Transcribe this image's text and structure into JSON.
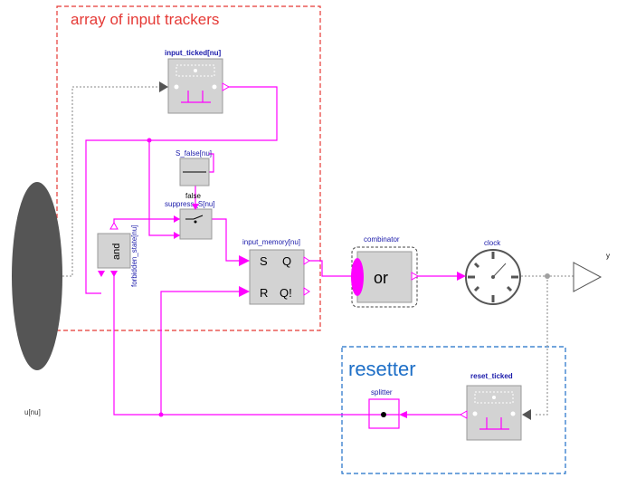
{
  "groups": {
    "input_trackers": {
      "title": "array of input trackers",
      "color": "#e53935"
    },
    "resetter": {
      "title": "resetter",
      "color": "#1e6fc7"
    }
  },
  "blocks": {
    "input_ticked": {
      "name": "input_ticked[nu]"
    },
    "s_false": {
      "name": "S_false[nu]",
      "value": "false"
    },
    "suppress_s": {
      "name": "suppress_S[nu]"
    },
    "forbidden_state": {
      "name": "forbidden_state[nu]",
      "op": "and"
    },
    "input_memory": {
      "name": "input_memory[nu]",
      "port_s": "S",
      "port_q": "Q",
      "port_r": "R",
      "port_qbar": "Q!"
    },
    "combinator": {
      "name": "combinator",
      "op": "or"
    },
    "clock": {
      "name": "clock"
    },
    "reset_ticked": {
      "name": "reset_ticked"
    },
    "splitter": {
      "name": "splitter"
    }
  },
  "ports": {
    "input": {
      "name": "u[nu]"
    },
    "output": {
      "name": "y"
    }
  },
  "colors": {
    "signal": "#ff00ff",
    "dotted": "#a0a0a0",
    "block_fill": "#d3d3d3",
    "label": "#1a1aaa",
    "input_port": "#555555"
  }
}
